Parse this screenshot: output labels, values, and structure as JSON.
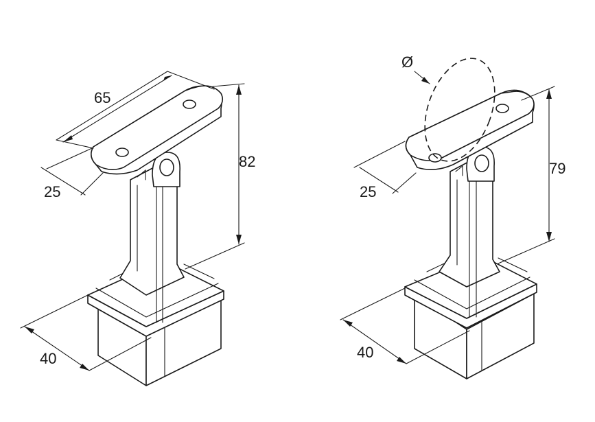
{
  "left_view": {
    "dim_length": "65",
    "dim_width": "25",
    "dim_height": "82",
    "dim_base": "40"
  },
  "right_view": {
    "dim_diameter_symbol": "Ø",
    "dim_width": "25",
    "dim_height": "79",
    "dim_base": "40"
  }
}
